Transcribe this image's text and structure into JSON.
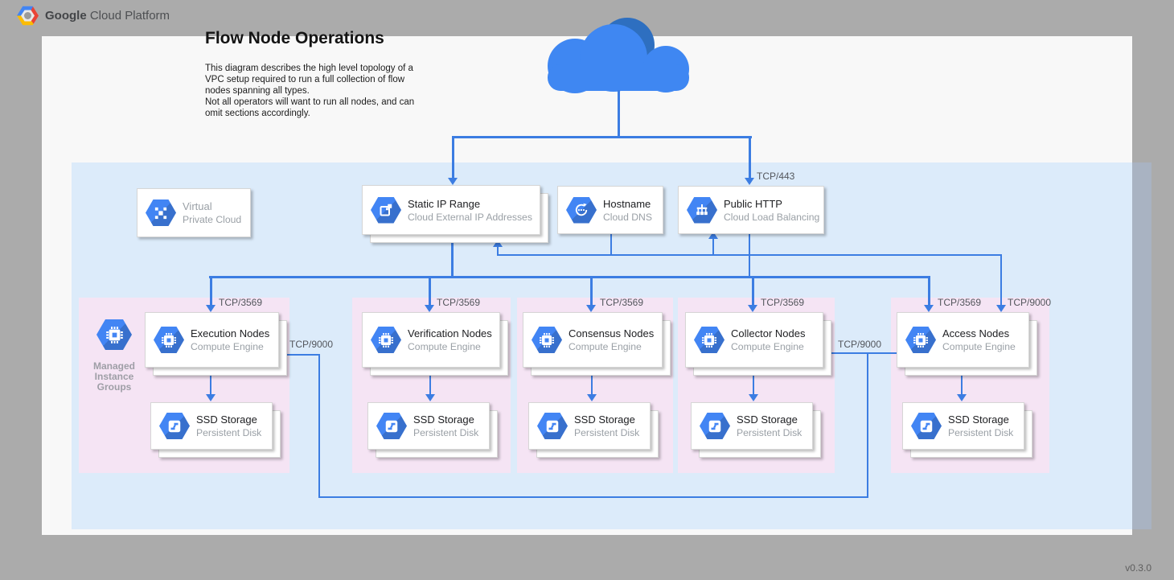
{
  "header": {
    "brand_primary": "Google",
    "brand_secondary": "Cloud Platform"
  },
  "title": "Flow Node Operations",
  "description": {
    "para1": "This diagram describes the high level topology of a VPC setup required to run a full collection of flow nodes spanning all types.",
    "para2": "Not all operators will want to run all nodes, and can omit sections accordingly."
  },
  "version": "v0.3.0",
  "services": {
    "vpc": {
      "title": "Virtual",
      "subtitle": "Private Cloud"
    },
    "static_ip": {
      "title": "Static IP Range",
      "subtitle": "Cloud External IP Addresses"
    },
    "hostname": {
      "title": "Hostname",
      "subtitle": "Cloud DNS"
    },
    "public_http": {
      "title": "Public HTTP",
      "subtitle": "Cloud Load Balancing"
    }
  },
  "mig_label": "Managed Instance Groups",
  "edge_labels": {
    "tcp443": "TCP/443",
    "tcp9000": "TCP/9000"
  },
  "groups": [
    {
      "name": "execution",
      "node_title": "Execution Nodes",
      "node_subtitle": "Compute Engine",
      "storage_title": "SSD Storage",
      "storage_subtitle": "Persistent Disk",
      "port_label": "TCP/3569"
    },
    {
      "name": "verification",
      "node_title": "Verification Nodes",
      "node_subtitle": "Compute Engine",
      "storage_title": "SSD Storage",
      "storage_subtitle": "Persistent Disk",
      "port_label": "TCP/3569"
    },
    {
      "name": "consensus",
      "node_title": "Consensus Nodes",
      "node_subtitle": "Compute Engine",
      "storage_title": "SSD Storage",
      "storage_subtitle": "Persistent Disk",
      "port_label": "TCP/3569"
    },
    {
      "name": "collector",
      "node_title": "Collector Nodes",
      "node_subtitle": "Compute Engine",
      "storage_title": "SSD Storage",
      "storage_subtitle": "Persistent Disk",
      "port_label": "TCP/3569"
    },
    {
      "name": "access",
      "node_title": "Access Nodes",
      "node_subtitle": "Compute Engine",
      "storage_title": "SSD Storage",
      "storage_subtitle": "Persistent Disk",
      "port_label": "TCP/3569"
    }
  ],
  "colors": {
    "background_gray": "#ababab",
    "canvas": "#f8f8f8",
    "vpc_fill": "#dcebfa",
    "group_fill": "#f5e4f4",
    "edge_blue": "#3c7de2",
    "hexagon_blue": "#4285f4",
    "cloud_light": "#3f87f2",
    "cloud_dark": "#2e6fc0"
  }
}
